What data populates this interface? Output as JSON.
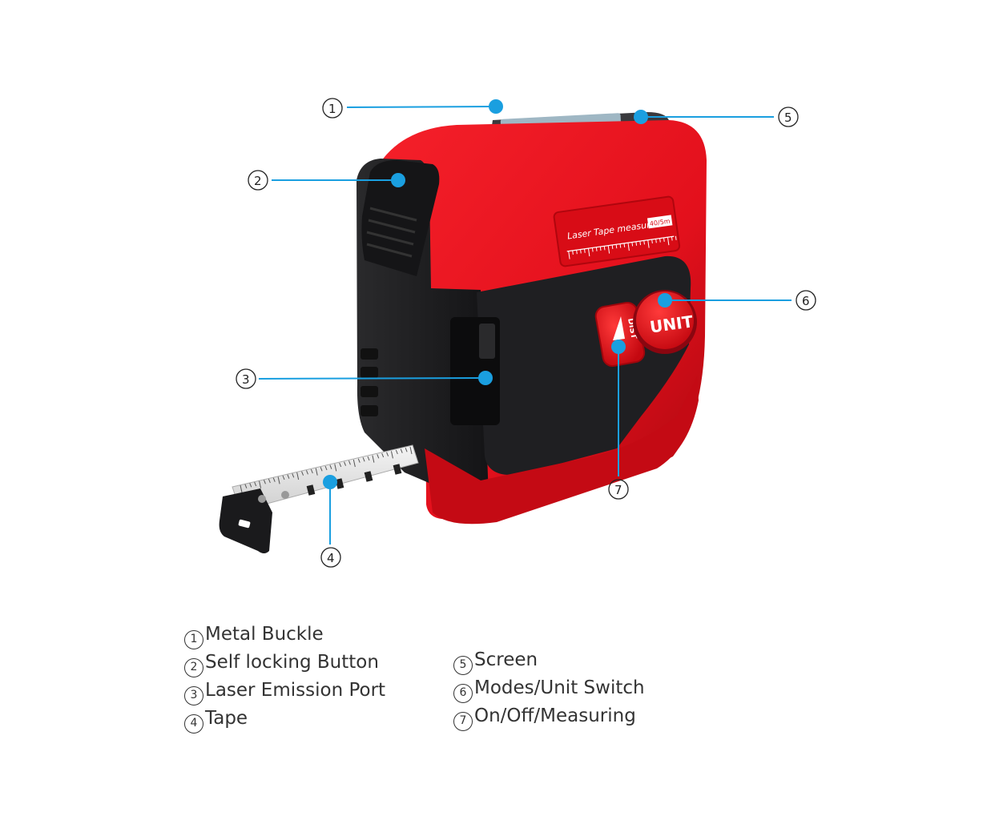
{
  "colors": {
    "body_red": "#e3101c",
    "body_dark_red": "#b80a12",
    "body_black": "#1e1e20",
    "callout_line": "#1a9fe0",
    "callout_dot": "#1a9fe0",
    "text": "#333333"
  },
  "device": {
    "label_text": "Laser Tape measure",
    "label_spec": "40/5m",
    "unit_button_text": "UNIT",
    "dist_button_text": "DIST"
  },
  "callouts": [
    {
      "num": "1",
      "name": "Metal Buckle"
    },
    {
      "num": "2",
      "name": "Self locking Button"
    },
    {
      "num": "3",
      "name": "Laser Emission Port"
    },
    {
      "num": "4",
      "name": "Tape"
    },
    {
      "num": "5",
      "name": "Screen"
    },
    {
      "num": "6",
      "name": "Modes/Unit Switch"
    },
    {
      "num": "7",
      "name": "On/Off/Measuring"
    }
  ],
  "legend": {
    "left": [
      {
        "num": "1",
        "text": "Metal Buckle"
      },
      {
        "num": "2",
        "text": "Self locking Button"
      },
      {
        "num": "3",
        "text": "Laser Emission Port"
      },
      {
        "num": "4",
        "text": "Tape"
      }
    ],
    "right": [
      {
        "num": "5",
        "text": "Screen"
      },
      {
        "num": "6",
        "text": "Modes/Unit Switch"
      },
      {
        "num": "7",
        "text": "On/Off/Measuring"
      }
    ]
  }
}
